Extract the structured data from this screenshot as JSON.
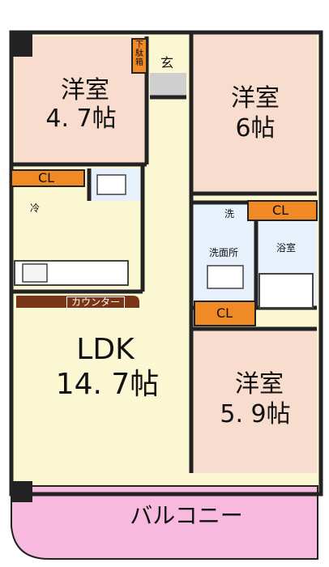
{
  "rooms": {
    "western_room_1": {
      "name": "洋室",
      "size": "4. 7帖"
    },
    "western_room_2": {
      "name": "洋室",
      "size": "6帖"
    },
    "western_room_3": {
      "name": "洋室",
      "size": "5. 9帖"
    },
    "ldk": {
      "name": "LDK",
      "size": "14. 7帖"
    }
  },
  "labels": {
    "entrance": "玄",
    "shoe_box": "下\n駄\n箱",
    "closet": "CL",
    "fridge": "冷",
    "washer": "洗",
    "washroom": "洗面所",
    "bathroom": "浴室",
    "counter": "カウンター",
    "balcony": "バルコニー"
  },
  "colors": {
    "bedroom": "#f8dccd",
    "living": "#fbf7d3",
    "wet_area": "#e7f1fb",
    "storage": "#f08a24",
    "balcony": "#f7b9dd",
    "counter": "#7a3417"
  }
}
